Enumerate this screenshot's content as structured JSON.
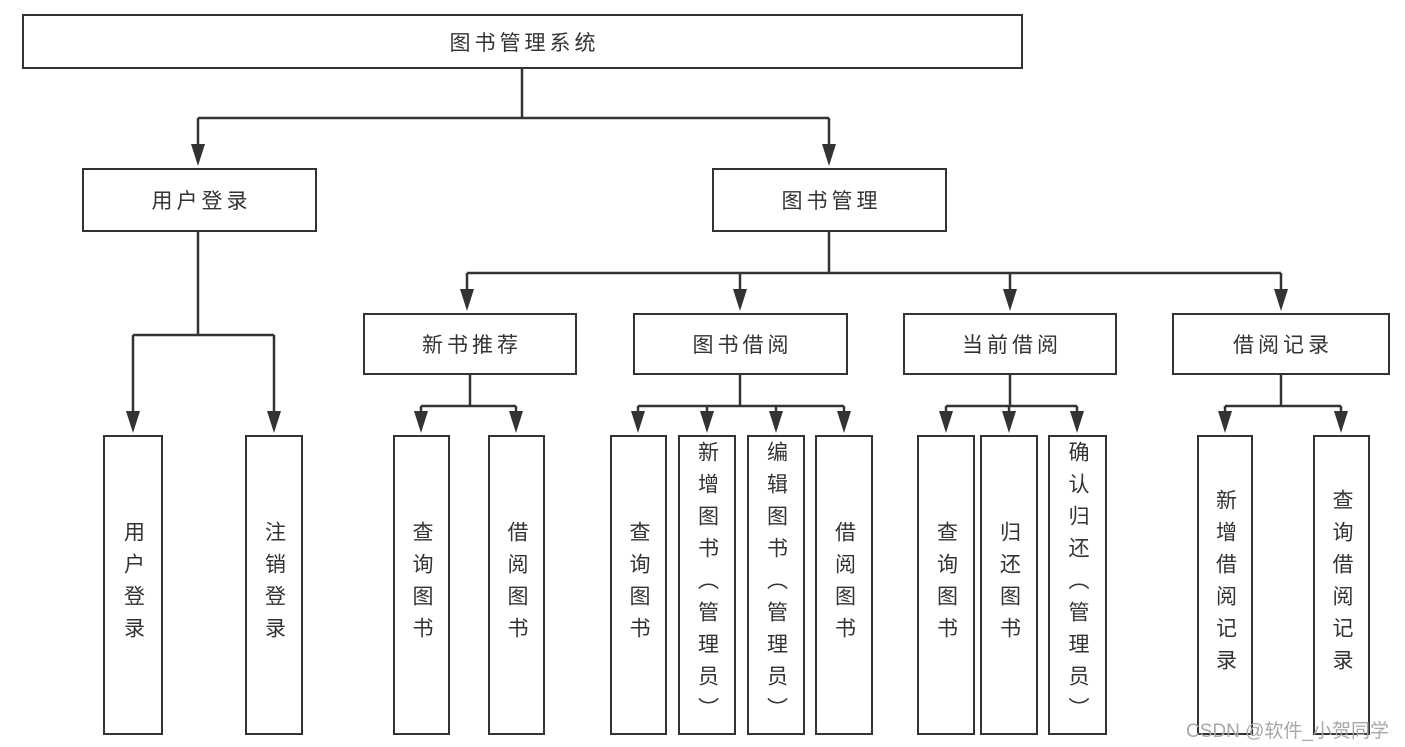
{
  "title": "图书管理系统",
  "branches": [
    {
      "label": "用户登录",
      "children": [
        "用户登录",
        "注销登录"
      ]
    },
    {
      "label": "图书管理",
      "children": [
        {
          "label": "新书推荐",
          "children": [
            "查询图书",
            "借阅图书"
          ]
        },
        {
          "label": "图书借阅",
          "children": [
            "查询图书",
            "新增图书（管理员）",
            "编辑图书（管理员）",
            "借阅图书"
          ]
        },
        {
          "label": "当前借阅",
          "children": [
            "查询图书",
            "归还图书",
            "确认归还（管理员）"
          ]
        },
        {
          "label": "借阅记录",
          "children": [
            "新增借阅记录",
            "查询借阅记录"
          ]
        }
      ]
    }
  ],
  "watermark": "CSDN @软件_小贺同学",
  "colors": {
    "line": "#333333",
    "text": "#333333",
    "watermark": "#a8a8a8",
    "background": "#ffffff"
  }
}
